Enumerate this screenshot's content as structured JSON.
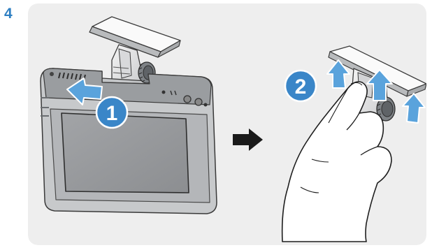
{
  "step": {
    "number": "4"
  },
  "callouts": [
    {
      "label": "1"
    },
    {
      "label": "2"
    }
  ],
  "colors": {
    "accent": "#2e7fc2",
    "panel": "#eeeeee",
    "arrow_fill": "#5aa3dc",
    "callout_fill": "#3a86c8",
    "device_body": "#bfc1c4",
    "device_dark": "#6e7276",
    "screen": "#97999c",
    "outline": "#3a3a3a"
  },
  "icons": {
    "direction": "right-arrow-icon",
    "push": "push-arrow-icon",
    "lift": "lift-arrow-icon"
  }
}
